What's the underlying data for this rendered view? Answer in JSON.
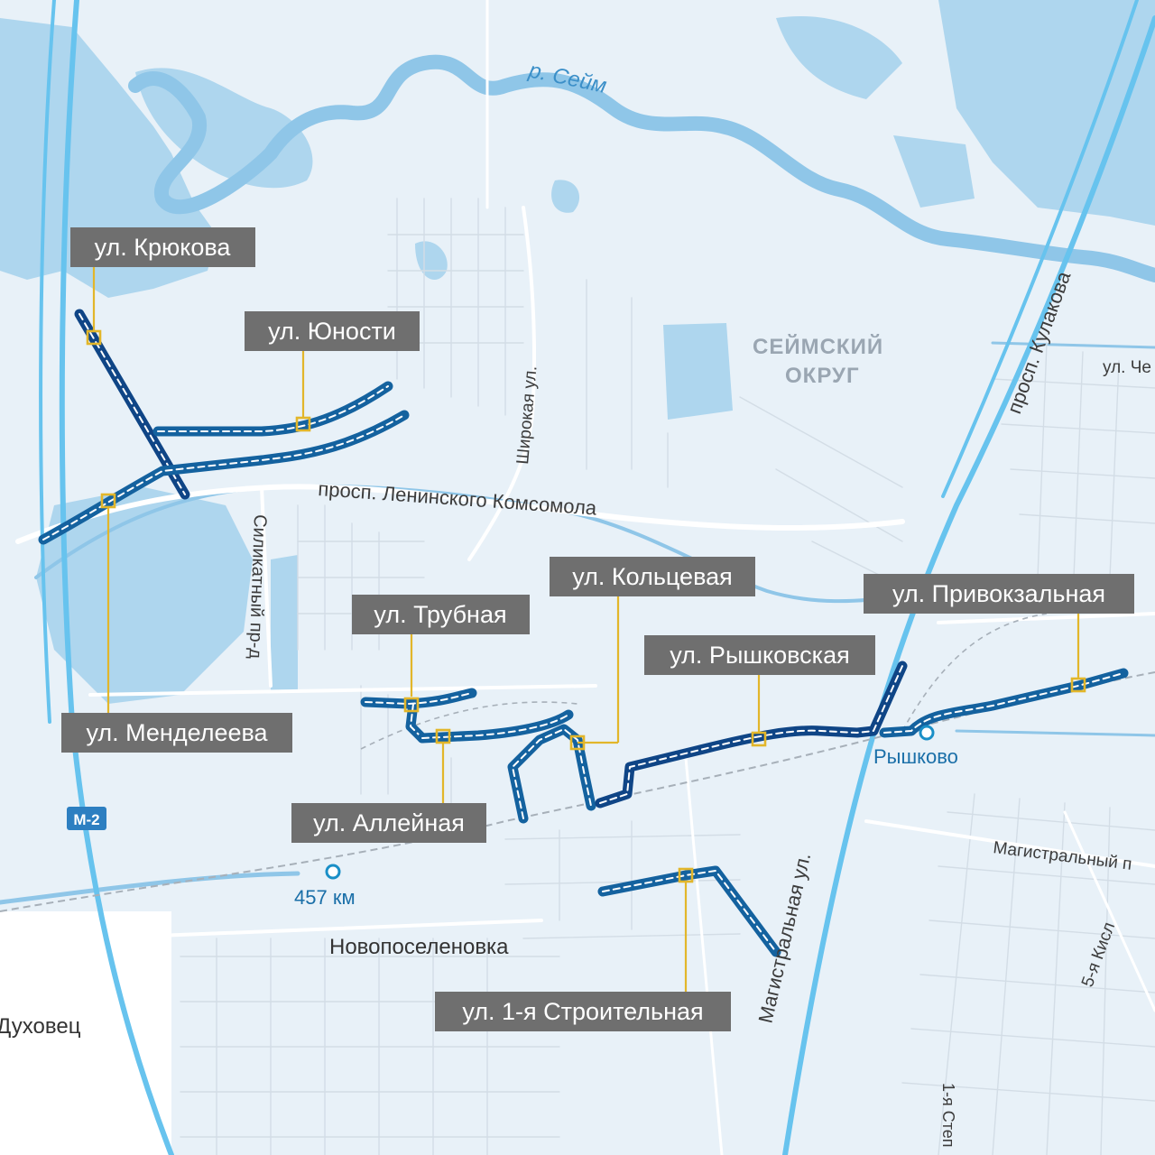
{
  "streets_highlighted": [
    {
      "id": "kryukova",
      "label": "ул. Крюкова"
    },
    {
      "id": "yunosti",
      "label": "ул. Юности"
    },
    {
      "id": "mendeleeva",
      "label": "ул. Менделеева"
    },
    {
      "id": "trubnaya",
      "label": "ул. Трубная"
    },
    {
      "id": "koltsevaya",
      "label": "ул. Кольцевая"
    },
    {
      "id": "alleynaya",
      "label": "ул. Аллейная"
    },
    {
      "id": "ryshkovskaya",
      "label": "ул. Рышковская"
    },
    {
      "id": "privokzalnaya",
      "label": "ул. Привокзальная"
    },
    {
      "id": "stroitelnaya",
      "label": "ул. 1-я Строительная"
    }
  ],
  "map_labels": {
    "river": "р. Сейм",
    "district_line1": "СЕЙМСКИЙ",
    "district_line2": "ОКРУГ",
    "prosp_kulakova": "просп. Кулакова",
    "shirokaya": "Широкая ул.",
    "prosp_lk": "просп. Ленинского Комсомола",
    "silikatny": "Силикатный пр-д",
    "magistralnaya": "Магистральная ул.",
    "magistralny_proezd": "Магистральный п",
    "kislovskaya": "5-я Кисл",
    "ul_che": "ул. Че",
    "stepnaya": "1-я Степ",
    "highway_badge": "М-2",
    "station_ryshkovo": "Рышково",
    "station_457": "457 км",
    "novoposelenovka": "Новопоселеновка",
    "dukhovets": "Духовец"
  },
  "colors": {
    "route_dark": "#0f4586",
    "route_light": "#14629f",
    "callout_bg": "#6f6f6f",
    "leader": "#e2b62a",
    "background": "#e8f1f8",
    "water": "#aed6ee",
    "highway": "#67c3ee"
  },
  "icons": {
    "highway_badge": "m2-road-shield",
    "station": "railway-station-circle"
  }
}
